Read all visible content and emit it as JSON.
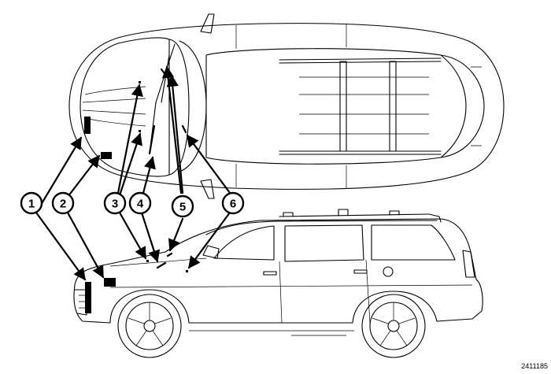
{
  "callouts": [
    {
      "id": "1",
      "label": "1"
    },
    {
      "id": "2",
      "label": "2"
    },
    {
      "id": "3",
      "label": "3"
    },
    {
      "id": "4",
      "label": "4"
    },
    {
      "id": "5",
      "label": "5"
    },
    {
      "id": "6",
      "label": "6"
    }
  ],
  "figure_code": "2411185"
}
